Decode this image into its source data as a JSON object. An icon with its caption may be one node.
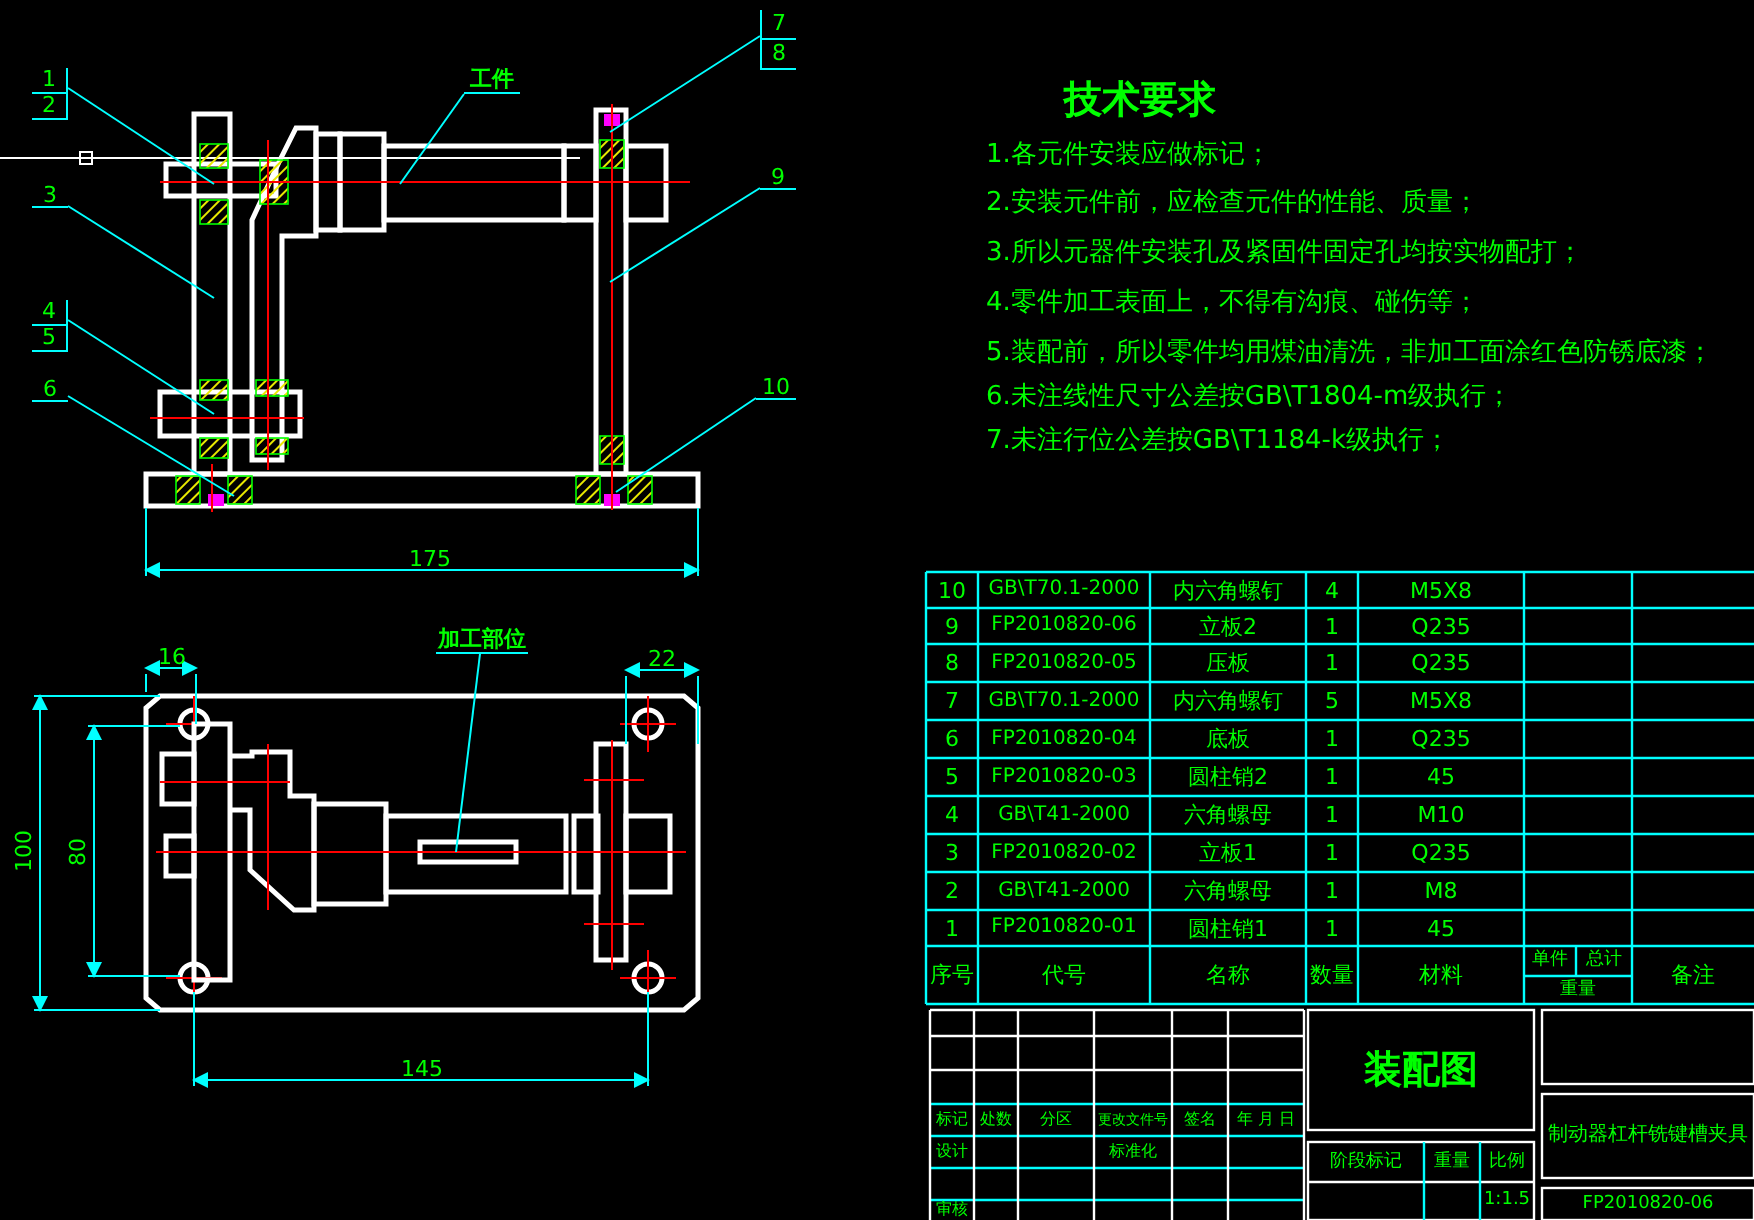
{
  "diagram": {
    "nodes": [
      {
        "text": [
          "1",
          "2"
        ]
      },
      {
        "text": [
          "3"
        ]
      },
      {
        "text": [
          "4",
          "5"
        ]
      },
      {
        "text": [
          "6"
        ]
      },
      {
        "text": [
          "7",
          "8"
        ]
      },
      {
        "text": [
          "9"
        ]
      },
      {
        "text": [
          "10"
        ]
      },
      {
        "text": [
          "工件"
        ]
      },
      {
        "text": [
          "加工部位"
        ]
      }
    ],
    "edges": [
      {
        "from": 0,
        "to": null,
        "arrow": "none"
      },
      {
        "from": 1,
        "to": null,
        "arrow": "none"
      },
      {
        "from": 2,
        "to": null,
        "arrow": "none"
      },
      {
        "from": 3,
        "to": null,
        "arrow": "none"
      },
      {
        "from": 4,
        "to": null,
        "arrow": "none"
      },
      {
        "from": 5,
        "to": null,
        "arrow": "none"
      },
      {
        "from": 6,
        "to": null,
        "arrow": "none"
      },
      {
        "from": 7,
        "to": null,
        "arrow": "none"
      },
      {
        "from": 8,
        "to": null,
        "arrow": "none"
      }
    ],
    "labels": [
      "175",
      "16",
      "22",
      "100",
      "80",
      "145",
      "技术要求",
      "1.各元件安装应做标记；",
      "2.安装元件前，应检查元件的性能、质量；",
      "3.所以元器件安装孔及紧固件固定孔均按实物配打；",
      "4.零件加工表面上，不得有沟痕、碰伤等；",
      "5.装配前，所以零件均用煤油清洗，非加工面涂红色防锈底漆；",
      "6.未注线性尺寸公差按GB\\T1804-m级执行；",
      "7.未注行位公差按GB\\T1184-k级执行；",
      "10",
      "GB\\T70.1-2000",
      "内六角螺钉",
      "4",
      "M5X8",
      "9",
      "FP2010820-06",
      "立板2",
      "1",
      "Q235",
      "8",
      "FP2010820-05",
      "压板",
      "1",
      "Q235",
      "7",
      "GB\\T70.1-2000",
      "内六角螺钉",
      "5",
      "M5X8",
      "6",
      "FP2010820-04",
      "底板",
      "1",
      "Q235",
      "5",
      "FP2010820-03",
      "圆柱销2",
      "1",
      "45",
      "4",
      "GB\\T41-2000",
      "六角螺母",
      "1",
      "M10",
      "3",
      "FP2010820-02",
      "立板1",
      "1",
      "Q235",
      "2",
      "GB\\T41-2000",
      "六角螺母",
      "1",
      "M8",
      "1",
      "FP2010820-01",
      "圆柱销1",
      "1",
      "45",
      "序号",
      "代号",
      "名称",
      "数量",
      "材料",
      "单件",
      "总计",
      "重量",
      "备注",
      "装配图",
      "标记",
      "处数",
      "分区",
      "更改文件号",
      "签名",
      "年 月 日",
      "设计",
      "标准化",
      "审核",
      "阶段标记",
      "重量",
      "比例",
      "1:1.5",
      "制动器杠杆铣键槽夹具",
      "FP2010820-06"
    ]
  }
}
